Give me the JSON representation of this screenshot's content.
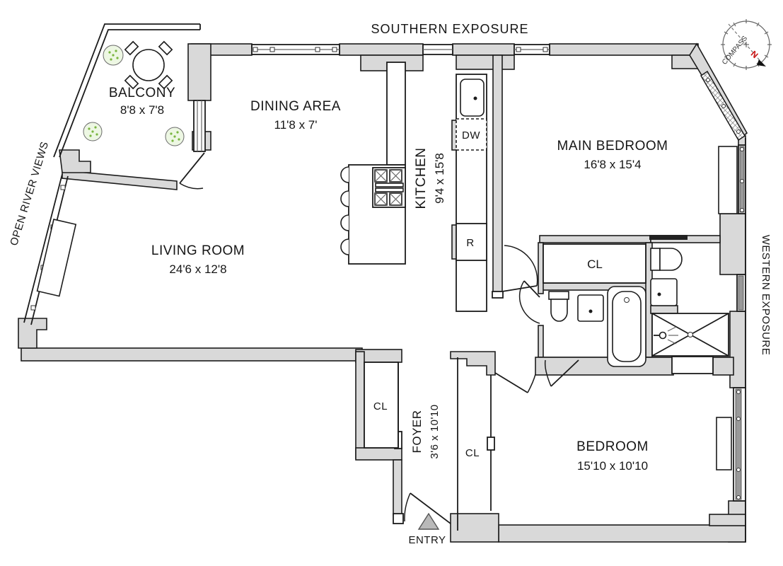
{
  "exposures": {
    "top": "SOUTHERN EXPOSURE",
    "left": "OPEN RIVER VIEWS",
    "right": "WESTERN EXPOSURE"
  },
  "rooms": {
    "balcony": {
      "name": "BALCONY",
      "dims": "8'8 x 7'8"
    },
    "dining": {
      "name": "DINING AREA",
      "dims": "11'8 x 7'"
    },
    "kitchen": {
      "name": "KITCHEN",
      "dims": "9'4 x 15'8"
    },
    "living": {
      "name": "LIVING ROOM",
      "dims": "24'6 x 12'8"
    },
    "main_bedroom": {
      "name": "MAIN BEDROOM",
      "dims": "16'8 x 15'4"
    },
    "bedroom": {
      "name": "BEDROOM",
      "dims": "15'10 x 10'10"
    },
    "foyer": {
      "name": "FOYER",
      "dims": "3'6 x 10'10"
    }
  },
  "closets": {
    "bath": "CL",
    "foyer": "CL",
    "bedroom": "CL"
  },
  "appliances": {
    "dishwasher": "DW",
    "refrigerator": "R"
  },
  "entry": {
    "label": "ENTRY"
  },
  "compass": {
    "label": "COMPASS",
    "north": "N"
  },
  "colors": {
    "wall": "#d9d9d9",
    "outline": "#1c1c1c",
    "window_bar": "#999999",
    "plant": "#79b53f",
    "north": "#cc1111"
  }
}
